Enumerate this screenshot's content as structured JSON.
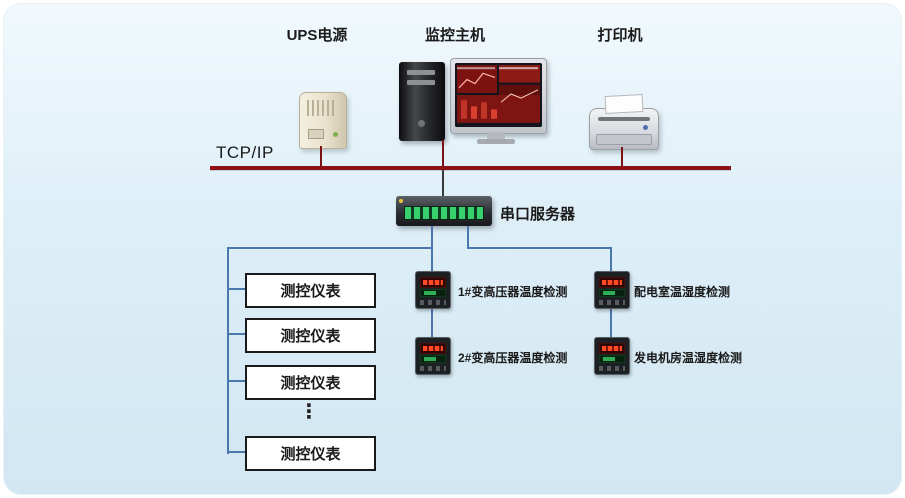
{
  "colors": {
    "bus": "#8e1016",
    "branch_line": "#4a77ad",
    "panel_background": "#d9ecf5"
  },
  "bus": {
    "label": "TCP/IP"
  },
  "top_devices": [
    {
      "label": "UPS电源"
    },
    {
      "label": "监控主机"
    },
    {
      "label": "打印机"
    }
  ],
  "serial_server": {
    "label": "串口服务器"
  },
  "instrument_boxes": [
    {
      "label": "测控仪表"
    },
    {
      "label": "测控仪表"
    },
    {
      "label": "测控仪表"
    },
    {
      "label": "测控仪表"
    }
  ],
  "ellipsis": "⋮",
  "branch_meters": [
    {
      "label": "1#变高压器温度检测"
    },
    {
      "label": "2#变高压器温度检测"
    },
    {
      "label": "配电室温湿度检测"
    },
    {
      "label": "发电机房温湿度检测"
    }
  ]
}
